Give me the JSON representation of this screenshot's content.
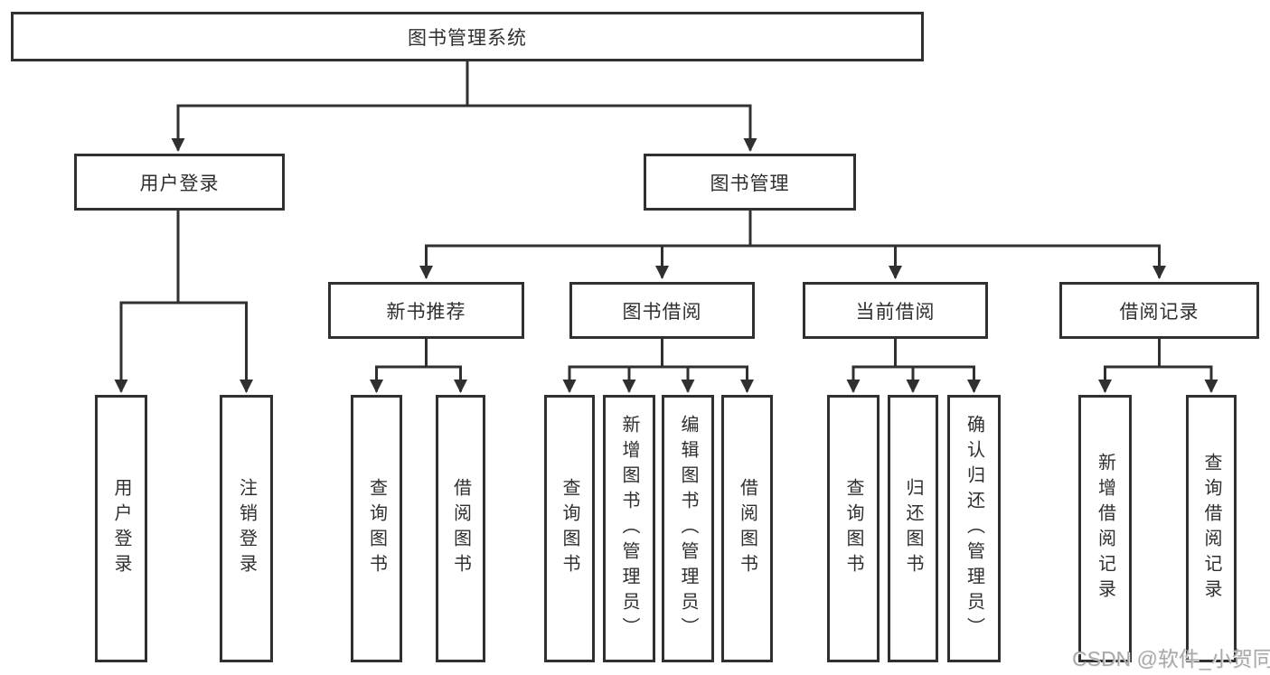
{
  "diagram": {
    "root": {
      "label": "图书管理系统"
    },
    "level1": {
      "user_login": {
        "label": "用户登录"
      },
      "book_management": {
        "label": "图书管理"
      }
    },
    "level2": {
      "new_book_recommend": {
        "label": "新书推荐"
      },
      "book_borrowing": {
        "label": "图书借阅"
      },
      "current_borrowing": {
        "label": "当前借阅"
      },
      "borrowing_records": {
        "label": "借阅记录"
      }
    },
    "leaves": {
      "user_login": [
        {
          "label": "用户登录"
        },
        {
          "label": "注销登录"
        }
      ],
      "new_book_recommend": [
        {
          "label": "查询图书"
        },
        {
          "label": "借阅图书"
        }
      ],
      "book_borrowing": [
        {
          "label": "查询图书"
        },
        {
          "label": "新增图书（管理员）"
        },
        {
          "label": "编辑图书（管理员）"
        },
        {
          "label": "借阅图书"
        }
      ],
      "current_borrowing": [
        {
          "label": "查询图书"
        },
        {
          "label": "归还图书"
        },
        {
          "label": "确认归还（管理员）"
        }
      ],
      "borrowing_records": [
        {
          "label": "新增借阅记录"
        },
        {
          "label": "查询借阅记录"
        }
      ]
    },
    "watermark": "CSDN @软件_小贺同学",
    "colors": {
      "line": "#303030",
      "text": "#2f2f2f",
      "box_background": "#ffffff",
      "watermark": "#a9a9a9",
      "background": "#ffffff"
    }
  }
}
